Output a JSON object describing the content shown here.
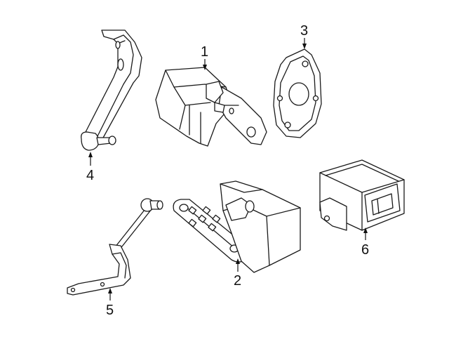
{
  "diagram": {
    "callouts": [
      {
        "id": "1",
        "label": "1"
      },
      {
        "id": "2",
        "label": "2"
      },
      {
        "id": "3",
        "label": "3"
      },
      {
        "id": "4",
        "label": "4"
      },
      {
        "id": "5",
        "label": "5"
      },
      {
        "id": "6",
        "label": "6"
      }
    ],
    "colors": {
      "line": "#1a1a1a",
      "background": "#ffffff"
    }
  }
}
